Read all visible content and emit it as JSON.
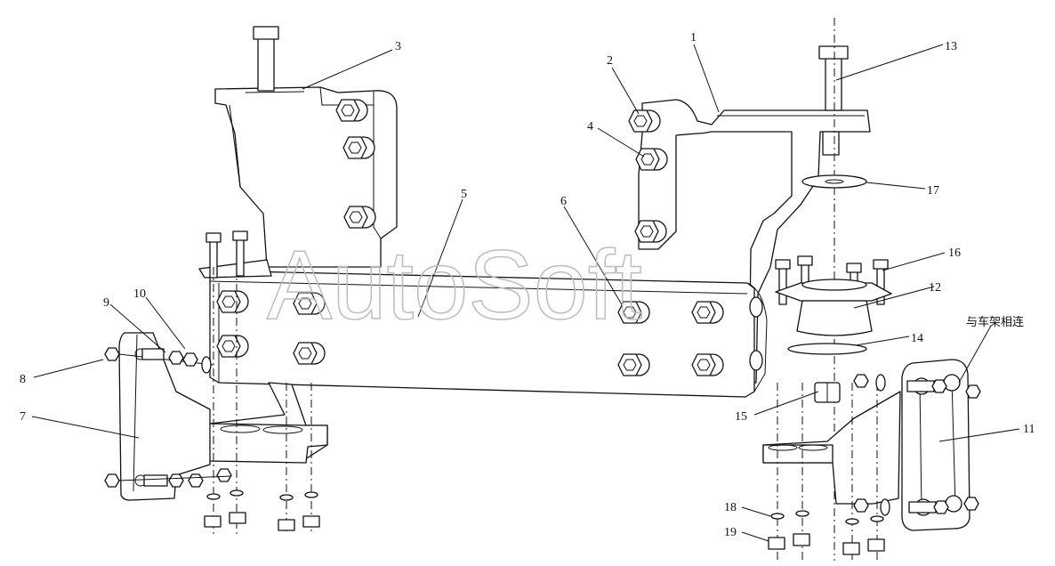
{
  "watermark": "AutoSoft",
  "note": "与车架相连",
  "callouts": {
    "c1": "1",
    "c2": "2",
    "c3": "3",
    "c4": "4",
    "c5": "5",
    "c6": "6",
    "c7": "7",
    "c8": "8",
    "c9": "9",
    "c10": "10",
    "c11": "11",
    "c12": "12",
    "c13": "13",
    "c14": "14",
    "c15": "15",
    "c16": "16",
    "c17": "17",
    "c18": "18",
    "c19": "19"
  },
  "colors": {
    "line": "#111111",
    "watermark": "#bdbdbd",
    "background": "#ffffff"
  }
}
